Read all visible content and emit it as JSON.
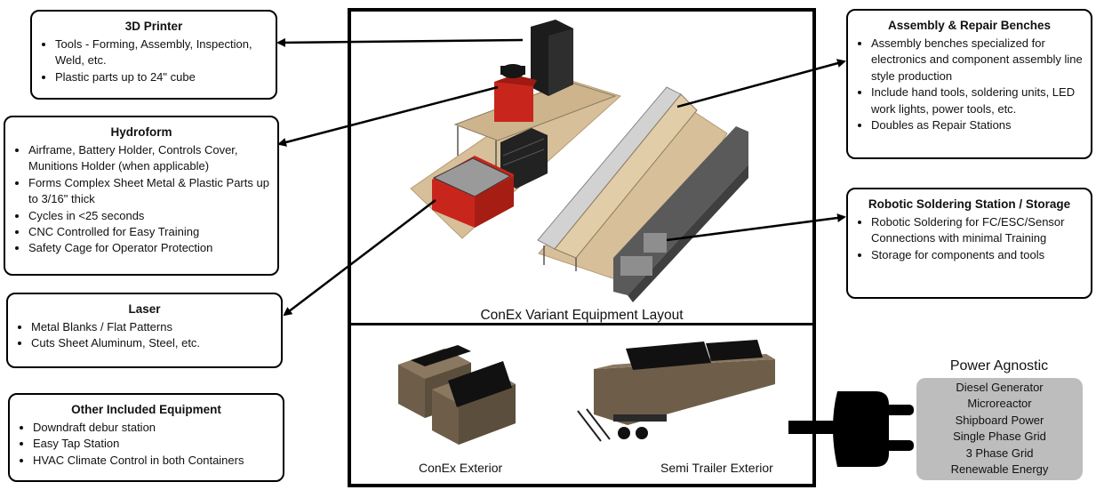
{
  "printer": {
    "title": "3D Printer",
    "items": [
      "Tools - Forming, Assembly, Inspection, Weld, etc.",
      "Plastic parts up to 24\" cube"
    ]
  },
  "hydroform": {
    "title": "Hydroform",
    "items": [
      "Airframe, Battery Holder, Controls Cover, Munitions Holder (when applicable)",
      "Forms Complex Sheet Metal & Plastic Parts up to 3/16\" thick",
      "Cycles in <25 seconds",
      "CNC Controlled for Easy Training",
      "Safety Cage for Operator Protection"
    ]
  },
  "laser": {
    "title": "Laser",
    "items": [
      "Metal Blanks / Flat Patterns",
      "Cuts Sheet Aluminum, Steel, etc."
    ]
  },
  "other": {
    "title": "Other Included Equipment",
    "items": [
      "Downdraft debur station",
      "Easy Tap Station",
      "HVAC Climate Control in both Containers"
    ]
  },
  "assembly": {
    "title": "Assembly & Repair Benches",
    "items": [
      "Assembly benches specialized for electronics and component assembly line style production",
      "Include hand tools, soldering units, LED work lights, power tools, etc.",
      "Doubles as Repair Stations"
    ]
  },
  "soldering": {
    "title": "Robotic Soldering Station / Storage",
    "items": [
      "Robotic Soldering for FC/ESC/Sensor Connections with minimal Training",
      "Storage for components and tools"
    ]
  },
  "center": {
    "layout_title": "ConEx Variant Equipment Layout",
    "conex_label": "ConEx Exterior",
    "semi_label": "Semi Trailer Exterior"
  },
  "power": {
    "title": "Power Agnostic",
    "sources": [
      "Diesel Generator",
      "Microreactor",
      "Shipboard Power",
      "Single Phase Grid",
      "3 Phase Grid",
      "Renewable Energy"
    ]
  },
  "colors": {
    "floor": "#d9c3a0",
    "hydroform_red": "#c8261c",
    "printer_black": "#1c1c1c",
    "conex_brown": "#6e5e49",
    "power_box": "#bdbdbd"
  }
}
